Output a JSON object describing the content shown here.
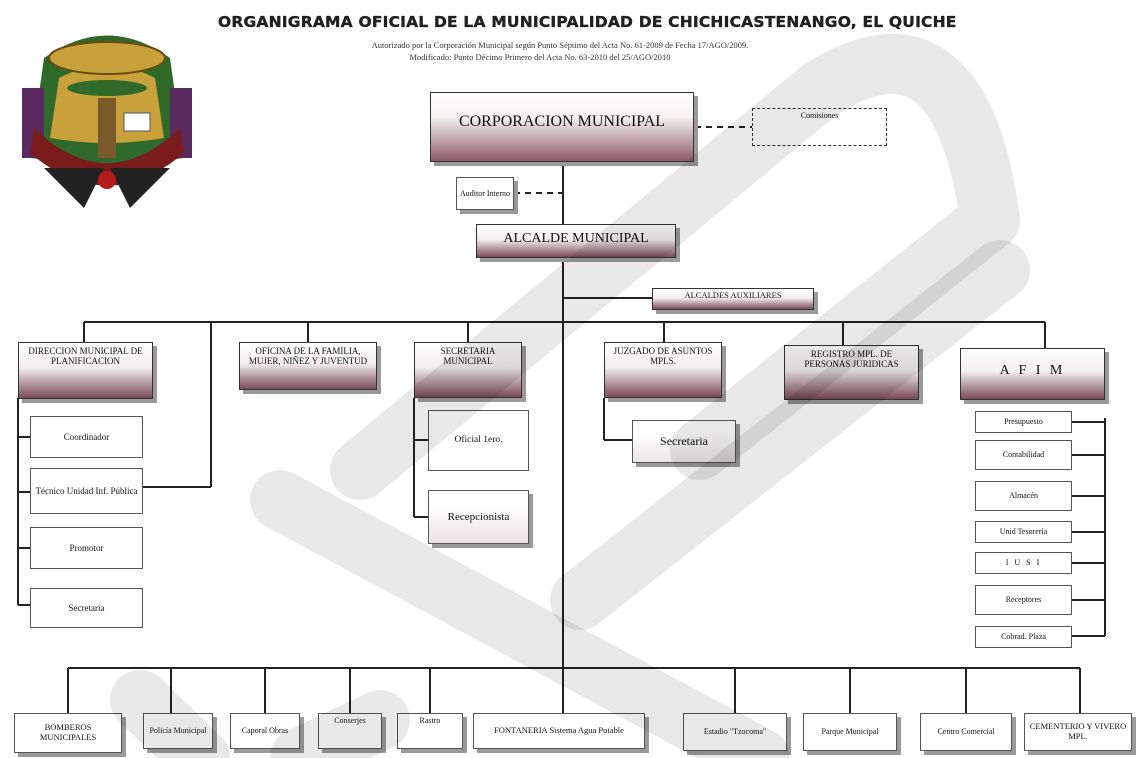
{
  "header": {
    "title": "ORGANIGRAMA OFICIAL DE LA MUNICIPALIDAD DE CHICHICASTENANGO, EL QUICHE",
    "subtitle_1": "Autorizado por la Corporación Municipal según Punto Séptimo del Acta No. 61-2009 de Fecha 17/AGO/2009.",
    "subtitle_2": "Modificado: Punto Décimo Primero del Acta No. 63-2010 del 25/AGO/2010"
  },
  "colors": {
    "box_shade": "#7a4a58",
    "line": "#222222",
    "watermark": "#000000"
  },
  "logo": {
    "icon": "municipal-seal-icon"
  },
  "nodes": {
    "corporacion": "CORPORACION MUNICIPAL",
    "comisiones": "Comisiones",
    "auditor": "Auditor Interno",
    "alcalde": "ALCALDE MUNICIPAL",
    "alcaldes_aux": "ALCALDES AUXILIARES",
    "direccion": "DIRECCION MUNICIPAL DE PLANIFICACION",
    "oficina_mujer": "OFICINA DE LA FAMILIA, MUJER, NIÑEZ Y JUVENTUD",
    "secretaria_mpl": "SECRETARIA MUNICIPAL",
    "juzgado": "JUZGADO DE ASUNTOS MPLS.",
    "registro": "REGISTRO MPL. DE PERSONAS JURIDICAS",
    "afim": "A F I M"
  },
  "dmp_children": [
    "Coordinador",
    "Técnico Unidad Inf. Pública",
    "Promotor",
    "Secretaria"
  ],
  "sec_children": [
    "Oficial 1ero.",
    "Recepcionista"
  ],
  "juz_children": [
    "Secretaria"
  ],
  "afim_children": [
    "Presupuesto",
    "Contabilidad",
    "Almacén",
    "Unid Tesorería",
    "I U S I",
    "Receptores",
    "Cobrad. Plaza"
  ],
  "bottom_units": [
    "BOMBEROS MUNICIPALES",
    "Policía Municipal",
    "Caporal Obras",
    "Conserjes",
    "Rastro",
    "FONTANERIA Sistema Agua Potable",
    "Estadio \"Tzocoma\"",
    "Parque Municipal",
    "Centro Comercial",
    "CEMENTERIO Y VIVERO MPL."
  ]
}
